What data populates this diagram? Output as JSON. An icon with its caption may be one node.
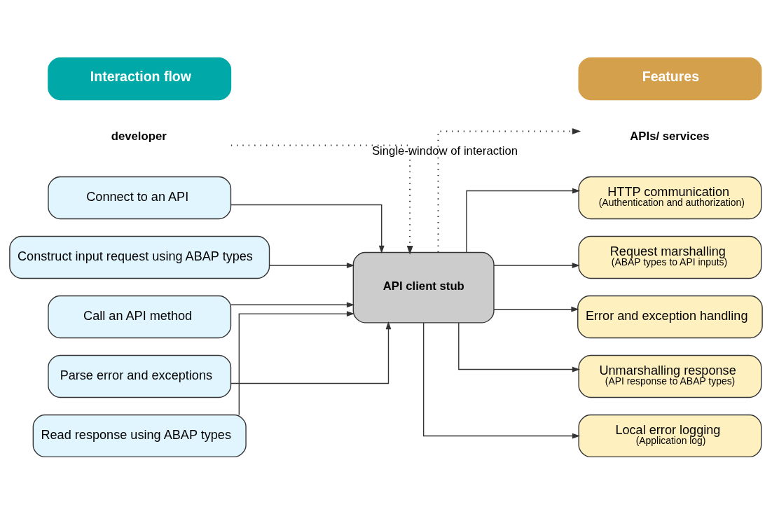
{
  "diagram": {
    "nodes": [
      {
        "text": [
          "developer"
        ]
      },
      {
        "text": [
          "APIs/ services"
        ]
      },
      {
        "text": [
          "Interaction flow"
        ]
      },
      {
        "text": [
          "Connect to an API"
        ]
      },
      {
        "text": [
          "Construct input request using ABAP types"
        ]
      },
      {
        "text": [
          "Call an API method"
        ]
      },
      {
        "text": [
          "Parse error and exceptions"
        ]
      },
      {
        "text": [
          "Read response using ABAP types"
        ]
      },
      {
        "text": [
          "API client stub"
        ]
      },
      {
        "text": [
          "Features"
        ]
      },
      {
        "text": [
          "HTTP communication",
          "(Authentication and authorization)"
        ]
      },
      {
        "text": [
          "Request marshalling",
          "(ABAP types to API inputs)"
        ]
      },
      {
        "text": [
          "Error and exception handling"
        ]
      },
      {
        "text": [
          "Unmarshalling response",
          "(API response to ABAP types)"
        ]
      },
      {
        "text": [
          "Local error logging",
          "(Application log)"
        ]
      }
    ],
    "edges": [
      {
        "from": 0,
        "to": 8,
        "arrow": "to",
        "style": "dashed",
        "label": "Single-window of interaction"
      },
      {
        "from": 8,
        "to": 1,
        "arrow": "to",
        "style": "dashed"
      },
      {
        "from": 3,
        "to": 8,
        "arrow": "to"
      },
      {
        "from": 4,
        "to": 8,
        "arrow": "to"
      },
      {
        "from": 5,
        "to": 8,
        "arrow": "to"
      },
      {
        "from": 6,
        "to": 8,
        "arrow": "to"
      },
      {
        "from": 7,
        "to": 8,
        "arrow": "to"
      },
      {
        "from": 8,
        "to": 10,
        "arrow": "to"
      },
      {
        "from": 8,
        "to": 11,
        "arrow": "to"
      },
      {
        "from": 8,
        "to": 12,
        "arrow": "to"
      },
      {
        "from": 8,
        "to": 13,
        "arrow": "to"
      },
      {
        "from": 8,
        "to": 14,
        "arrow": "to"
      }
    ]
  }
}
